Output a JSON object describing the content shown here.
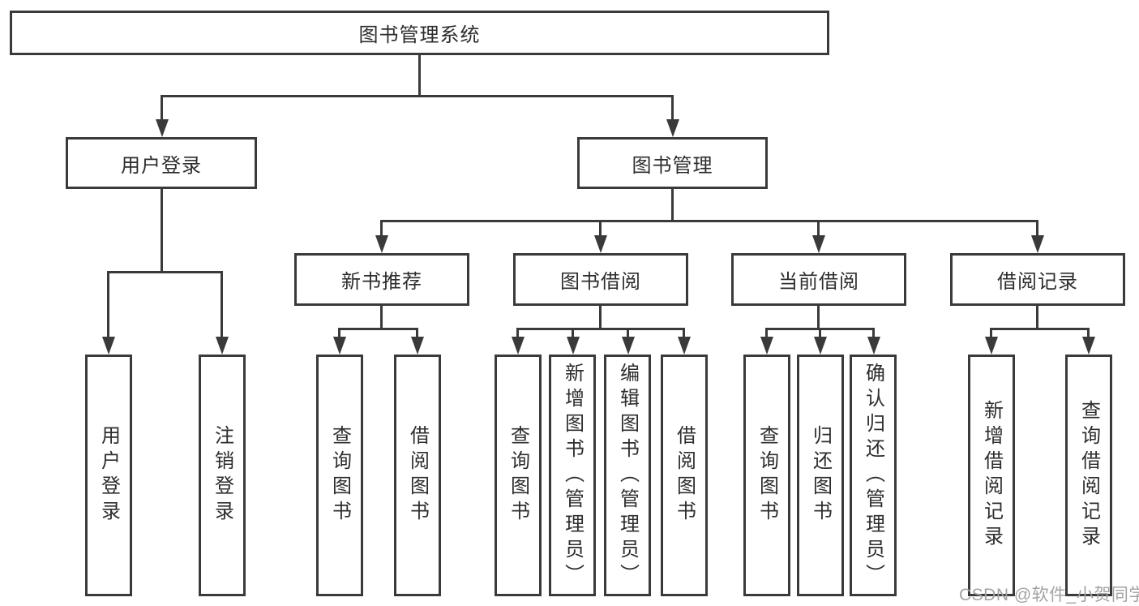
{
  "colors": {
    "line": "#3a3a3a",
    "text": "#2d2d2d",
    "background": "#ffffff",
    "watermark": "#a3a3a3"
  },
  "watermark": "CSDN @软件_小贺同学",
  "tree": {
    "root": {
      "label": "图书管理系统"
    },
    "children": [
      {
        "label": "用户登录",
        "children": [
          {
            "label": "用户登录"
          },
          {
            "label": "注销登录"
          }
        ]
      },
      {
        "label": "图书管理",
        "children": [
          {
            "label": "新书推荐",
            "children": [
              {
                "label": "查询图书"
              },
              {
                "label": "借阅图书"
              }
            ]
          },
          {
            "label": "图书借阅",
            "children": [
              {
                "label": "查询图书"
              },
              {
                "label": "新增图书（管理员）"
              },
              {
                "label": "编辑图书（管理员）"
              },
              {
                "label": "借阅图书"
              }
            ]
          },
          {
            "label": "当前借阅",
            "children": [
              {
                "label": "查询图书"
              },
              {
                "label": "归还图书"
              },
              {
                "label": "确认归还（管理员）"
              }
            ]
          },
          {
            "label": "借阅记录",
            "children": [
              {
                "label": "新增借阅记录"
              },
              {
                "label": "查询借阅记录"
              }
            ]
          }
        ]
      }
    ]
  }
}
